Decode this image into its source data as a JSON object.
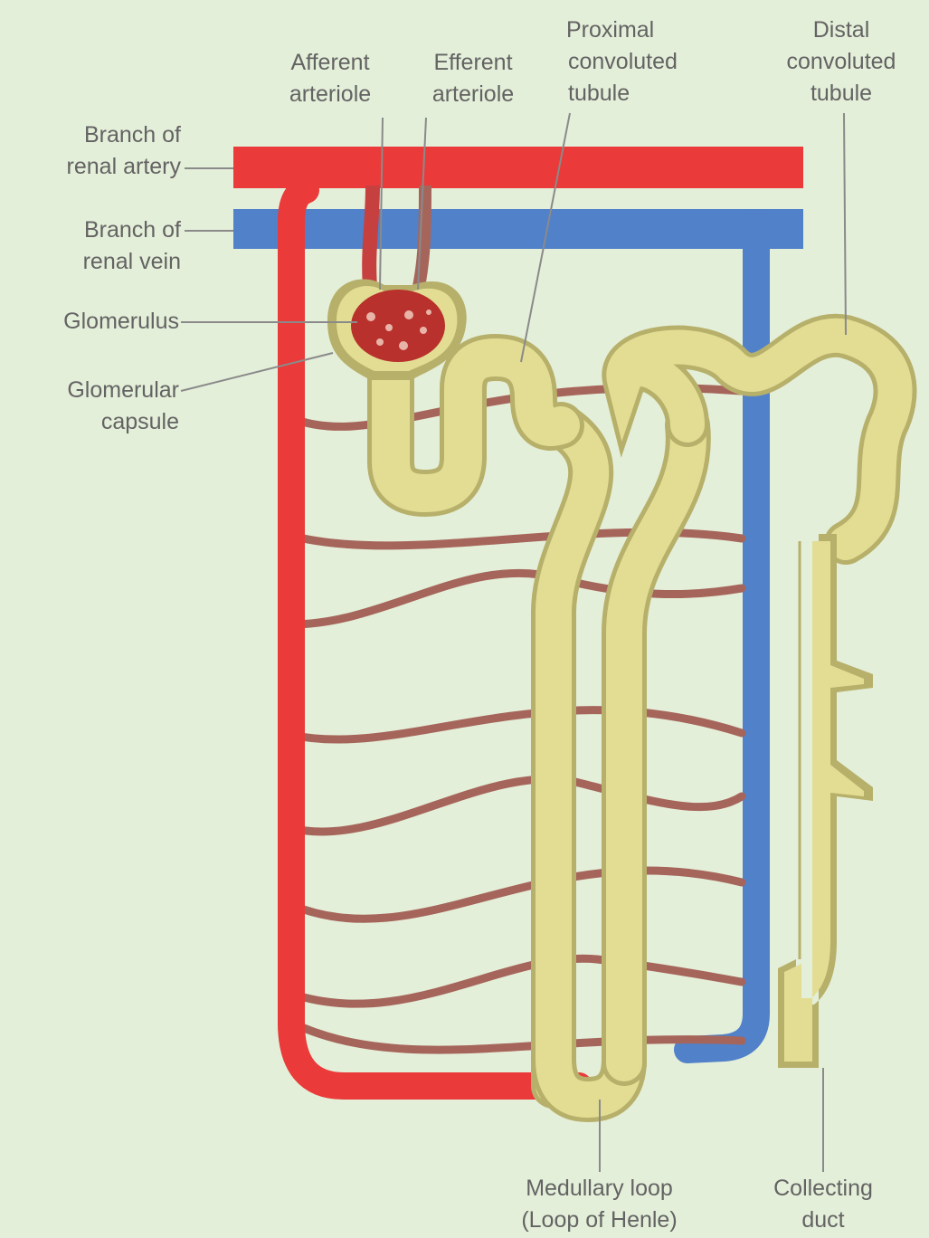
{
  "colors": {
    "background": "#e4efd9",
    "artery": "#ea3a3a",
    "vein": "#5181c9",
    "capillary": "#a6655b",
    "tubule": "#e3dd94",
    "tubule_edge": "#b7b06a",
    "glomerulus": "#b8312c",
    "leader": "#8a8a8a",
    "label_text": "#636363"
  },
  "labels": {
    "afferent_arteriole": [
      "Afferent",
      "arteriole"
    ],
    "efferent_arteriole": [
      "Efferent",
      "arteriole"
    ],
    "proximal_convoluted_tubule": [
      "Proximal",
      "convoluted",
      "tubule"
    ],
    "distal_convoluted_tubule": [
      "Distal",
      "convoluted",
      "tubule"
    ],
    "branch_of_renal_artery": [
      "Branch of",
      "renal artery"
    ],
    "branch_of_renal_vein": [
      "Branch of",
      "renal vein"
    ],
    "glomerulus": [
      "Glomerulus"
    ],
    "glomerular_capsule": [
      "Glomerular",
      "capsule"
    ],
    "medullary_loop": [
      "Medullary loop",
      "(Loop of Henle)"
    ],
    "collecting_duct": [
      "Collecting",
      "duct"
    ]
  }
}
